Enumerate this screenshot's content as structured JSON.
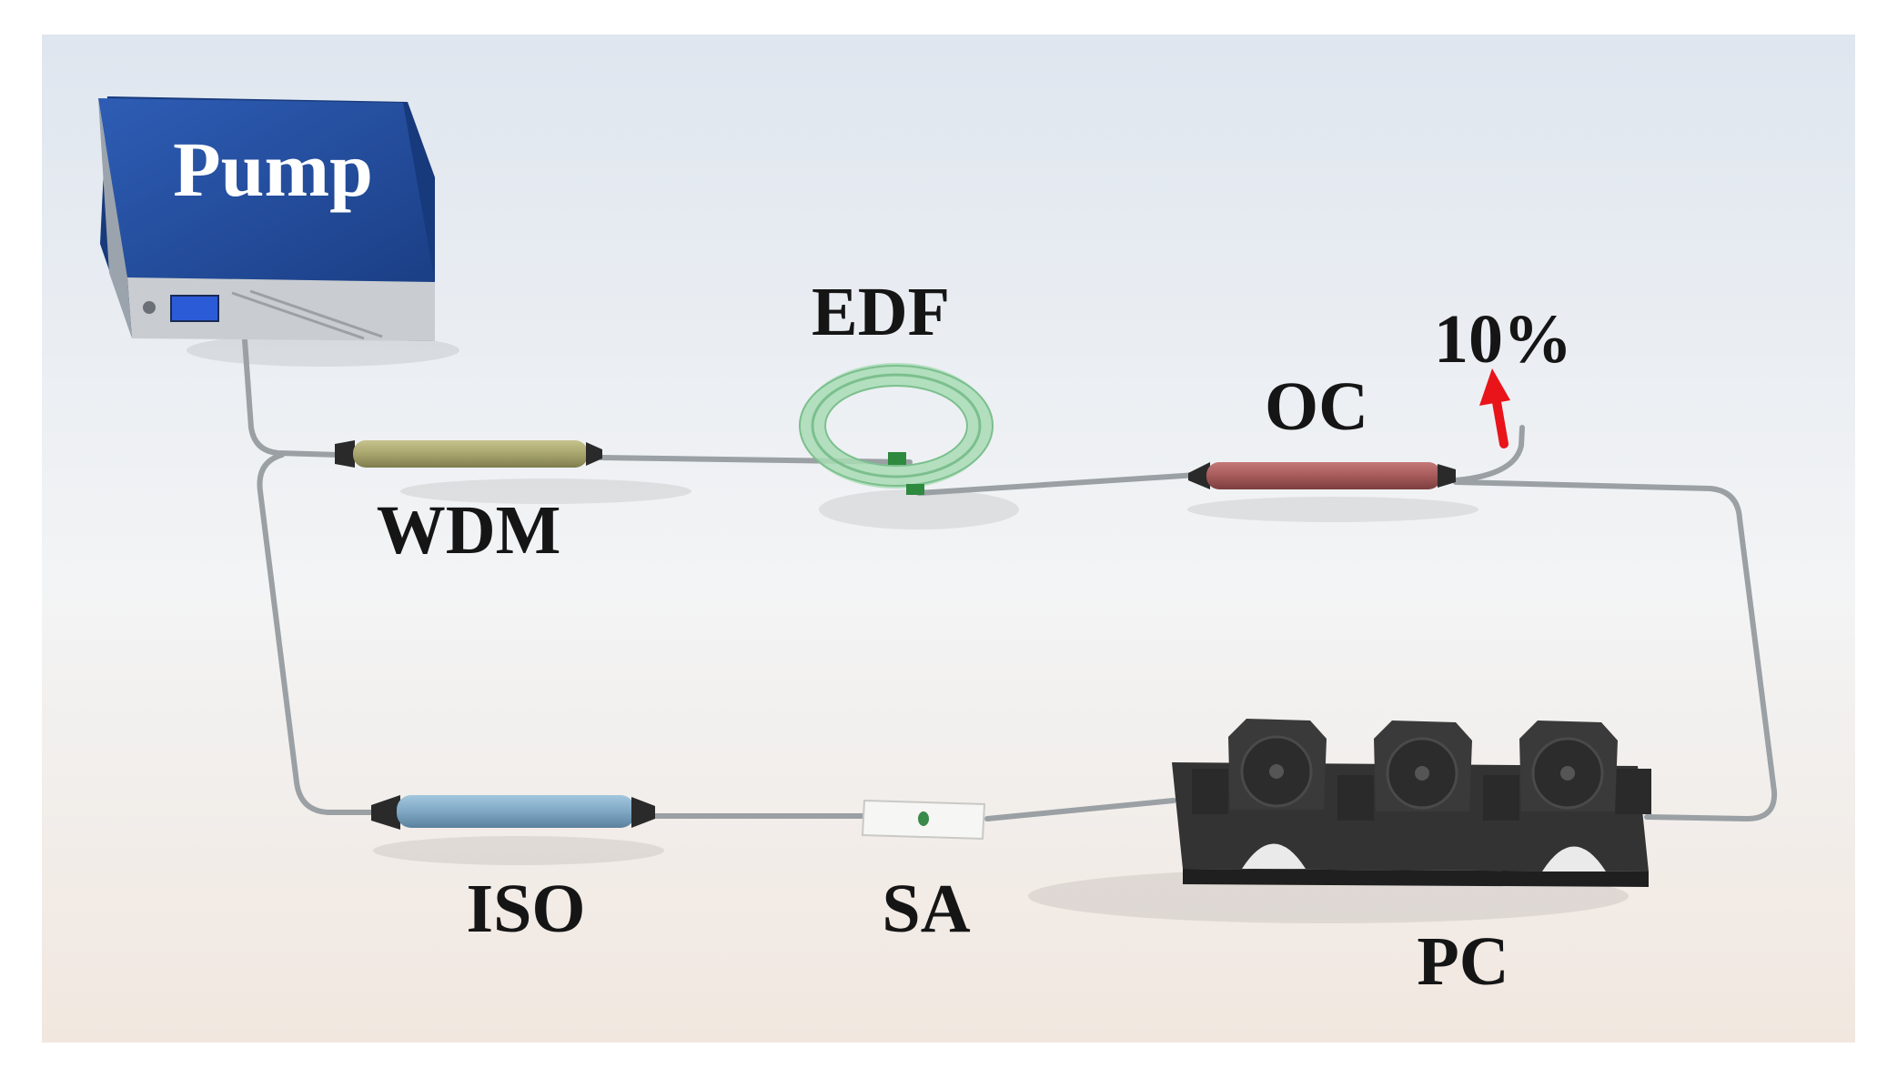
{
  "labels": {
    "pump": "Pump",
    "edf": "EDF",
    "wdm": "WDM",
    "oc": "OC",
    "output": "10%",
    "iso": "ISO",
    "sa": "SA",
    "pc": "PC"
  },
  "colors": {
    "pump_body": "#1f4a9c",
    "pump_panel": "#c9cdd1",
    "wdm": "#a8a56c",
    "oc": "#a65a5a",
    "iso": "#7fa8c5",
    "edf": "#a8dcb4",
    "pc": "#333333",
    "fiber": "#9aa0a4",
    "arrow": "#e8141a"
  }
}
